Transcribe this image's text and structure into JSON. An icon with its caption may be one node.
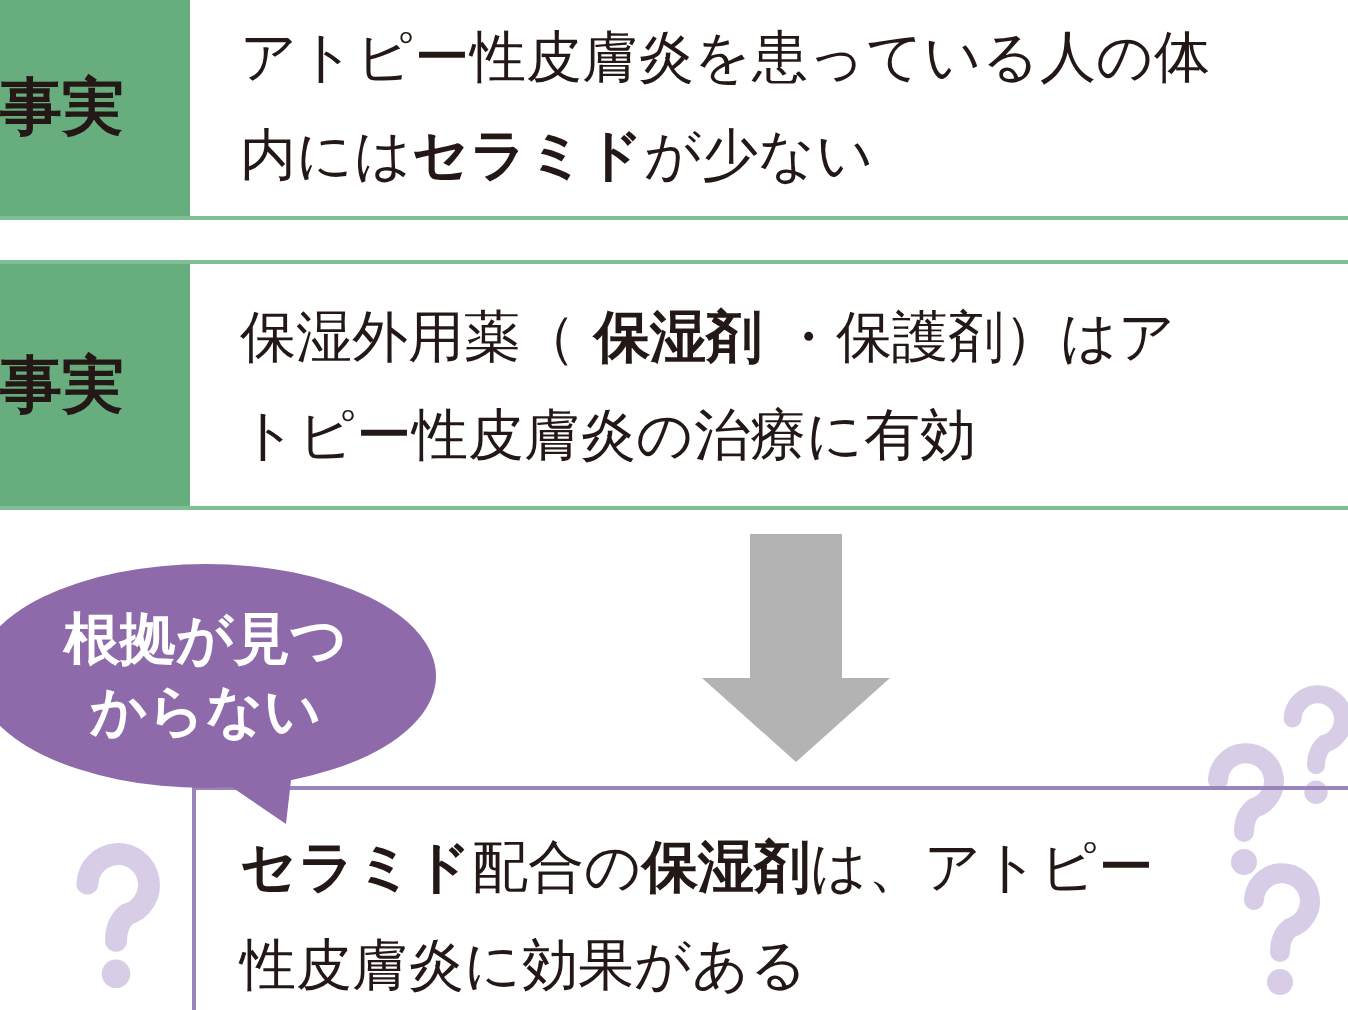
{
  "diagram": {
    "nodes": [
      {
        "text": [
          "事実",
          "アトピー性皮膚炎を患っている人の体内には**セラミド**が少ない"
        ]
      },
      {
        "text": [
          "事実",
          "保湿外用薬（ **保湿剤** ・保護剤）はアトピー性皮膚炎の治療に有効"
        ]
      },
      {
        "text": [
          "根拠が見つからない"
        ]
      },
      {
        "text": [
          "**セラミド**配合の**保湿剤**は、アトピー性皮膚炎に効果がある"
        ]
      }
    ],
    "edges": [
      {
        "from": 1,
        "to": 3,
        "arrow": "to"
      }
    ]
  }
}
